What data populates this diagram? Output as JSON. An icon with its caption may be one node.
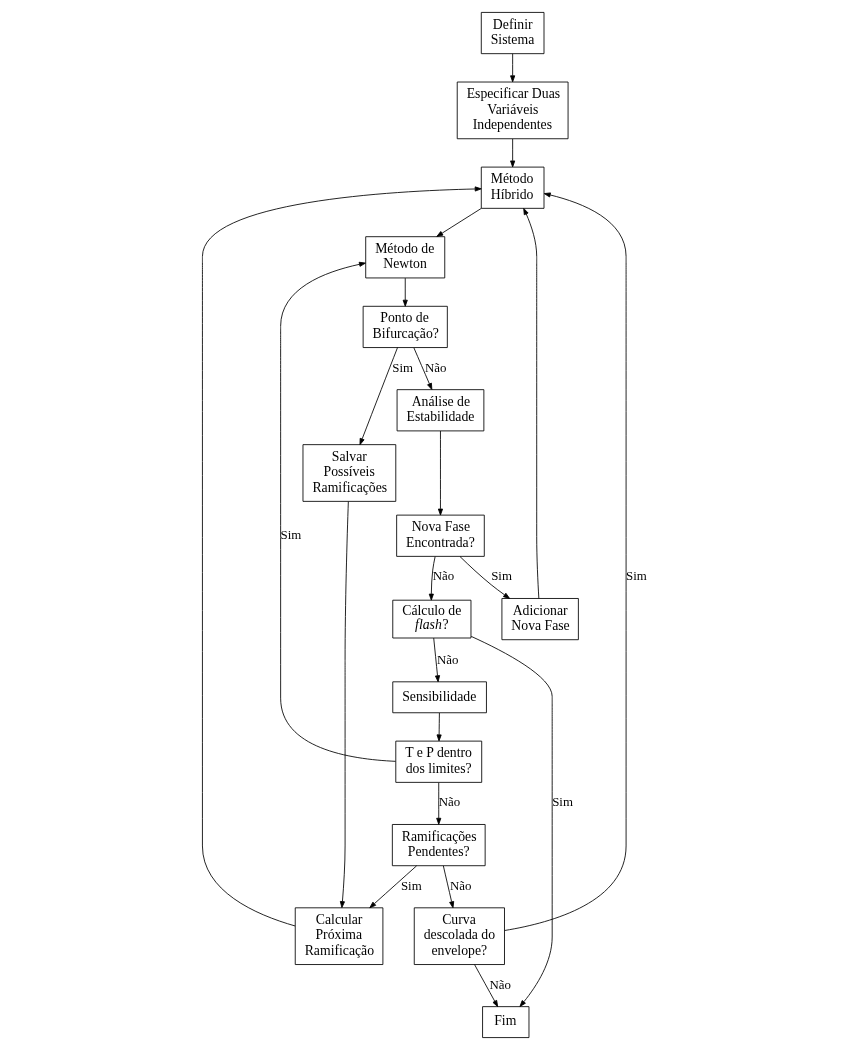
{
  "diagram": {
    "nodes": [
      {
        "text": [
          "Definir Sistema"
        ]
      },
      {
        "text": [
          "Especificar Duas Variáveis Independentes"
        ]
      },
      {
        "text": [
          "Método Híbrido"
        ]
      },
      {
        "text": [
          "Método de Newton"
        ]
      },
      {
        "text": [
          "Ponto de Bifurcação?"
        ]
      },
      {
        "text": [
          "Salvar Possíveis Ramificações"
        ]
      },
      {
        "text": [
          "Calcular Próxima Ramificação"
        ]
      },
      {
        "text": [
          "Análise de Estabilidade"
        ]
      },
      {
        "text": [
          "Nova Fase Encontrada?"
        ]
      },
      {
        "text": [
          "Adicionar Nova Fase"
        ]
      },
      {
        "text": [
          "Cálculo de *flash*?"
        ]
      },
      {
        "text": [
          "Fim"
        ]
      },
      {
        "text": [
          "Curva descolada do envelope?"
        ]
      },
      {
        "text": [
          "Sensibilidade"
        ]
      },
      {
        "text": [
          "T e P dentro dos limites?"
        ]
      },
      {
        "text": [
          "Ramificações Pendentes?"
        ]
      }
    ],
    "edges": [
      {
        "from": 0,
        "to": 1,
        "arrow": "to"
      },
      {
        "from": 1,
        "to": 2,
        "arrow": "to"
      },
      {
        "from": 2,
        "to": 3,
        "arrow": "to"
      },
      {
        "from": 3,
        "to": 4,
        "arrow": "to"
      },
      {
        "from": 4,
        "to": 5,
        "arrow": "to",
        "label": "Sim"
      },
      {
        "from": 4,
        "to": 7,
        "arrow": "to",
        "label": "Não"
      },
      {
        "from": 5,
        "to": 6,
        "arrow": "to"
      },
      {
        "from": 6,
        "to": 2,
        "arrow": "to"
      },
      {
        "from": 7,
        "to": 8,
        "arrow": "to"
      },
      {
        "from": 8,
        "to": 9,
        "arrow": "to",
        "label": "Sim"
      },
      {
        "from": 9,
        "to": 2,
        "arrow": "to"
      },
      {
        "from": 8,
        "to": 10,
        "arrow": "to",
        "label": "Não"
      },
      {
        "from": 10,
        "to": 11,
        "arrow": "to",
        "label": "Sim"
      },
      {
        "from": 10,
        "to": 13,
        "arrow": "to",
        "label": "Não"
      },
      {
        "from": 13,
        "to": 14,
        "arrow": "to"
      },
      {
        "from": 14,
        "to": 3,
        "arrow": "to",
        "label": "Sim"
      },
      {
        "from": 14,
        "to": 15,
        "arrow": "to",
        "label": "Não"
      },
      {
        "from": 15,
        "to": 6,
        "arrow": "to",
        "label": "Sim"
      },
      {
        "from": 15,
        "to": 12,
        "arrow": "to",
        "label": "Não"
      },
      {
        "from": 12,
        "to": 11,
        "arrow": "to",
        "label": "Não"
      },
      {
        "from": 12,
        "to": 2,
        "arrow": "to",
        "label": "Sim"
      }
    ]
  }
}
